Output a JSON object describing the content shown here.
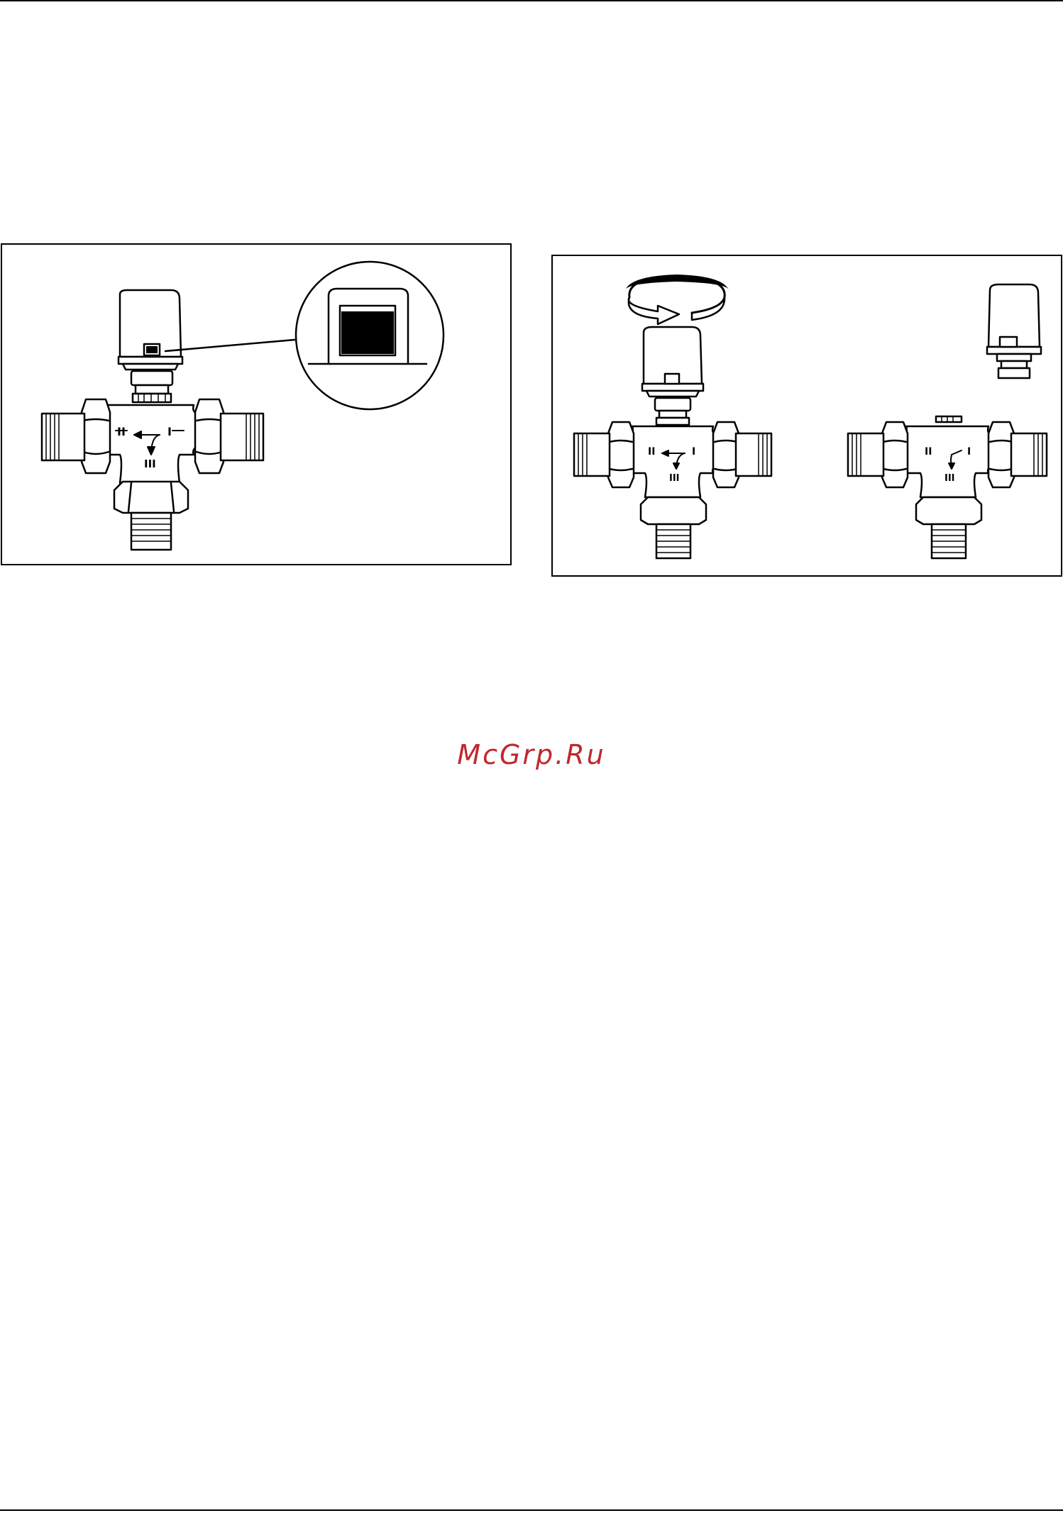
{
  "colors": {
    "line": "#000000",
    "watermark": "#c0272d",
    "paper": "#ffffff"
  },
  "figure_left": {
    "marks": {
      "port_1": "I",
      "port_2": "II",
      "port_3": "III"
    },
    "icons": [
      "actuator-icon",
      "three-way-valve-icon",
      "position-indicator-icon",
      "magnifier-callout-icon"
    ]
  },
  "figure_right": {
    "marks": {
      "port_1": "I",
      "port_2": "II",
      "port_3": "III"
    },
    "icons": [
      "rotate-arrow-icon",
      "actuator-icon",
      "three-way-valve-icon",
      "removed-actuator-icon"
    ]
  },
  "watermark": {
    "text": "McGrp.Ru"
  }
}
